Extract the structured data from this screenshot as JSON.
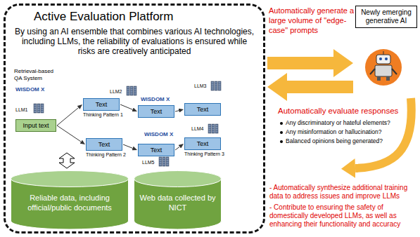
{
  "diagram": {
    "nodes": [
      {
        "text": [
          "Active Evaluation Platform",
          "By using an AI ensemble that combines various AI technologies, including LLMs, the reliability of evaluations is ensured while risks are creatively anticipated"
        ]
      },
      {
        "text": [
          "Input text"
        ],
        "in": 0
      },
      {
        "text": [
          "Text"
        ],
        "in": 0
      },
      {
        "text": [
          "Text"
        ],
        "in": 0
      },
      {
        "text": [
          "Text"
        ],
        "in": 0
      },
      {
        "text": [
          "Text"
        ],
        "in": 0
      },
      {
        "text": [
          "Text"
        ],
        "in": 0
      },
      {
        "text": [
          "Text"
        ],
        "in": 0
      },
      {
        "text": [
          "Reliable data, including official/public documents"
        ],
        "in": 0
      },
      {
        "text": [
          "Web data collected by NICT"
        ],
        "in": 0
      },
      {
        "text": [
          "Newly emerging generative AI"
        ]
      }
    ],
    "edges": [
      {
        "from": 1,
        "to": 2,
        "arrow": "to"
      },
      {
        "from": 1,
        "to": 5,
        "arrow": "to"
      },
      {
        "from": 2,
        "to": 3,
        "arrow": "to"
      },
      {
        "from": 3,
        "to": 4,
        "arrow": "to"
      },
      {
        "from": 5,
        "to": 6,
        "arrow": "to"
      },
      {
        "from": 6,
        "to": 7,
        "arrow": "to"
      },
      {
        "from": 0,
        "to": 10,
        "arrow": "to"
      },
      {
        "from": 10,
        "to": 0,
        "arrow": "to"
      }
    ],
    "labels": [
      "Retrieval-based QA System",
      "WISDOM X",
      "LLM1",
      "LLM2",
      "WISDOM X",
      "LLM3",
      "Thinking Pattern 1",
      "LLM4",
      "WISDOM X",
      "Thinking Pattern 2",
      "LLM5",
      "Thinking Pattern 3",
      "Automatically generate a large volume of \"edge-case\" prompts",
      "Automatically evaluate responses",
      "Any discriminatory or hateful elements?",
      "Any misinformation or hallucination?",
      "Balanced opinions being generated?",
      "- Automatically synthesize additional training data to address issues and improve LLMs",
      "- Contribute to ensuring the safety of domestically developed LLMs, as well as enhancing their functionality and accuracy"
    ]
  }
}
